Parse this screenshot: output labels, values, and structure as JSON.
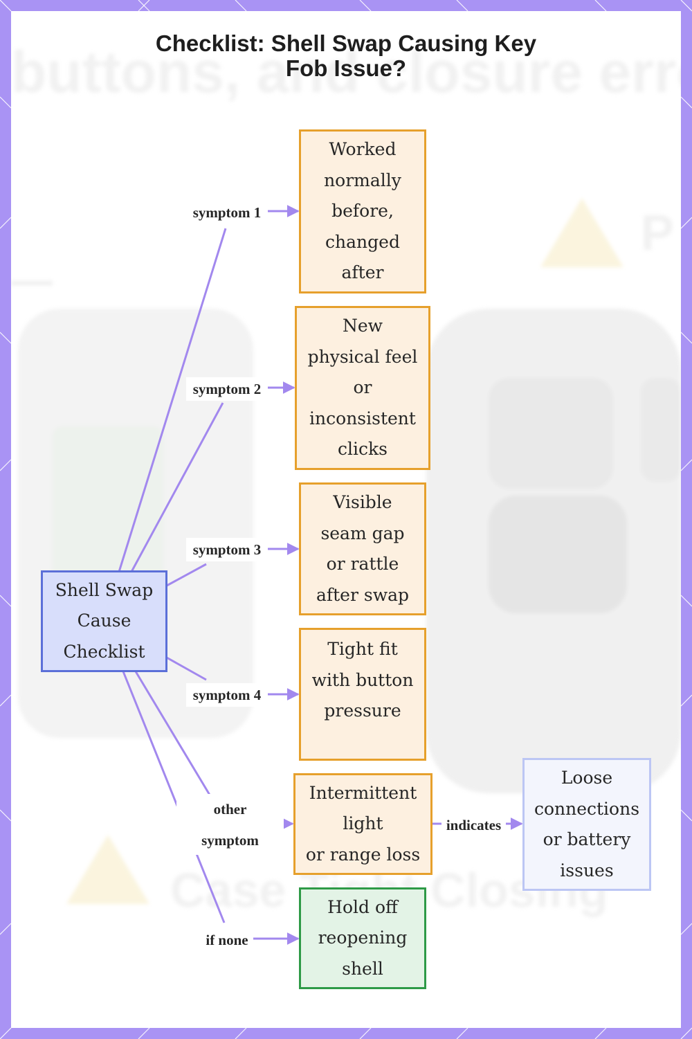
{
  "title": {
    "line1": "Checklist: Shell Swap Causing Key",
    "line2": "Fob Issue?"
  },
  "nodes": {
    "root": "Shell Swap\nCause\nChecklist",
    "symptom1_box": "Worked\nnormally\nbefore,\nchanged\nafter",
    "symptom2_box": "New\nphysical feel\nor\ninconsistent\nclicks",
    "symptom3_box": "Visible\nseam gap\nor rattle\nafter swap",
    "symptom4_box": "Tight fit\nwith button\npressure",
    "other_box": "Intermittent\nlight\nor range loss",
    "result_box": "Loose\nconnections\nor battery\nissues",
    "none_box": "Hold off\nreopening\nshell"
  },
  "edges": {
    "symptom1": "symptom 1",
    "symptom2": "symptom 2",
    "symptom3": "symptom 3",
    "symptom4": "symptom 4",
    "other": "other\nsymptom",
    "indicates": "indicates",
    "none": "if none"
  },
  "colors": {
    "frame": "#a993f4",
    "edge": "#a288ee",
    "symptom_fill": "#fdf0e0",
    "symptom_border": "#e6a02c",
    "root_fill": "#d8defb",
    "root_border": "#5b6fd8",
    "result_fill": "#f3f5fd",
    "result_border": "#bcc6f4",
    "none_fill": "#e3f3e6",
    "none_border": "#2e9a47"
  }
}
